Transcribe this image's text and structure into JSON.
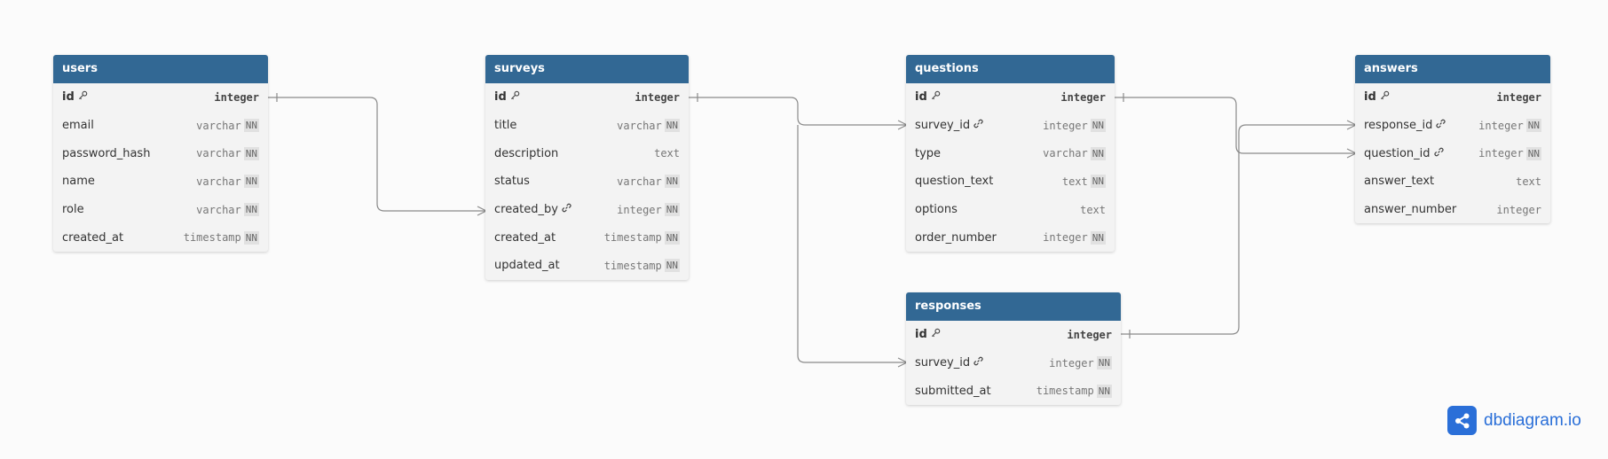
{
  "brand": {
    "name": "dbdiagram.io",
    "icon": "share-nodes-icon"
  },
  "tables": [
    {
      "id": "users",
      "name": "users",
      "fields": [
        {
          "name": "id",
          "type": "integer",
          "pk": true,
          "nn": false,
          "fk": false
        },
        {
          "name": "email",
          "type": "varchar",
          "pk": false,
          "nn": true,
          "fk": false
        },
        {
          "name": "password_hash",
          "type": "varchar",
          "pk": false,
          "nn": true,
          "fk": false
        },
        {
          "name": "name",
          "type": "varchar",
          "pk": false,
          "nn": true,
          "fk": false
        },
        {
          "name": "role",
          "type": "varchar",
          "pk": false,
          "nn": true,
          "fk": false
        },
        {
          "name": "created_at",
          "type": "timestamp",
          "pk": false,
          "nn": true,
          "fk": false
        }
      ]
    },
    {
      "id": "surveys",
      "name": "surveys",
      "fields": [
        {
          "name": "id",
          "type": "integer",
          "pk": true,
          "nn": false,
          "fk": false
        },
        {
          "name": "title",
          "type": "varchar",
          "pk": false,
          "nn": true,
          "fk": false
        },
        {
          "name": "description",
          "type": "text",
          "pk": false,
          "nn": false,
          "fk": false
        },
        {
          "name": "status",
          "type": "varchar",
          "pk": false,
          "nn": true,
          "fk": false
        },
        {
          "name": "created_by",
          "type": "integer",
          "pk": false,
          "nn": true,
          "fk": true
        },
        {
          "name": "created_at",
          "type": "timestamp",
          "pk": false,
          "nn": true,
          "fk": false
        },
        {
          "name": "updated_at",
          "type": "timestamp",
          "pk": false,
          "nn": true,
          "fk": false
        }
      ]
    },
    {
      "id": "questions",
      "name": "questions",
      "fields": [
        {
          "name": "id",
          "type": "integer",
          "pk": true,
          "nn": false,
          "fk": false
        },
        {
          "name": "survey_id",
          "type": "integer",
          "pk": false,
          "nn": true,
          "fk": true
        },
        {
          "name": "type",
          "type": "varchar",
          "pk": false,
          "nn": true,
          "fk": false
        },
        {
          "name": "question_text",
          "type": "text",
          "pk": false,
          "nn": true,
          "fk": false
        },
        {
          "name": "options",
          "type": "text",
          "pk": false,
          "nn": false,
          "fk": false
        },
        {
          "name": "order_number",
          "type": "integer",
          "pk": false,
          "nn": true,
          "fk": false
        }
      ]
    },
    {
      "id": "answers",
      "name": "answers",
      "fields": [
        {
          "name": "id",
          "type": "integer",
          "pk": true,
          "nn": false,
          "fk": false
        },
        {
          "name": "response_id",
          "type": "integer",
          "pk": false,
          "nn": true,
          "fk": true
        },
        {
          "name": "question_id",
          "type": "integer",
          "pk": false,
          "nn": true,
          "fk": true
        },
        {
          "name": "answer_text",
          "type": "text",
          "pk": false,
          "nn": false,
          "fk": false
        },
        {
          "name": "answer_number",
          "type": "integer",
          "pk": false,
          "nn": false,
          "fk": false
        }
      ]
    },
    {
      "id": "responses",
      "name": "responses",
      "fields": [
        {
          "name": "id",
          "type": "integer",
          "pk": true,
          "nn": false,
          "fk": false
        },
        {
          "name": "survey_id",
          "type": "integer",
          "pk": false,
          "nn": true,
          "fk": true
        },
        {
          "name": "submitted_at",
          "type": "timestamp",
          "pk": false,
          "nn": true,
          "fk": false
        }
      ]
    }
  ],
  "nn_label": "NN",
  "colors": {
    "header": "#326894",
    "connector": "#8a8a8a",
    "brand": "#2a6fd8",
    "background": "#fbfbfb"
  }
}
